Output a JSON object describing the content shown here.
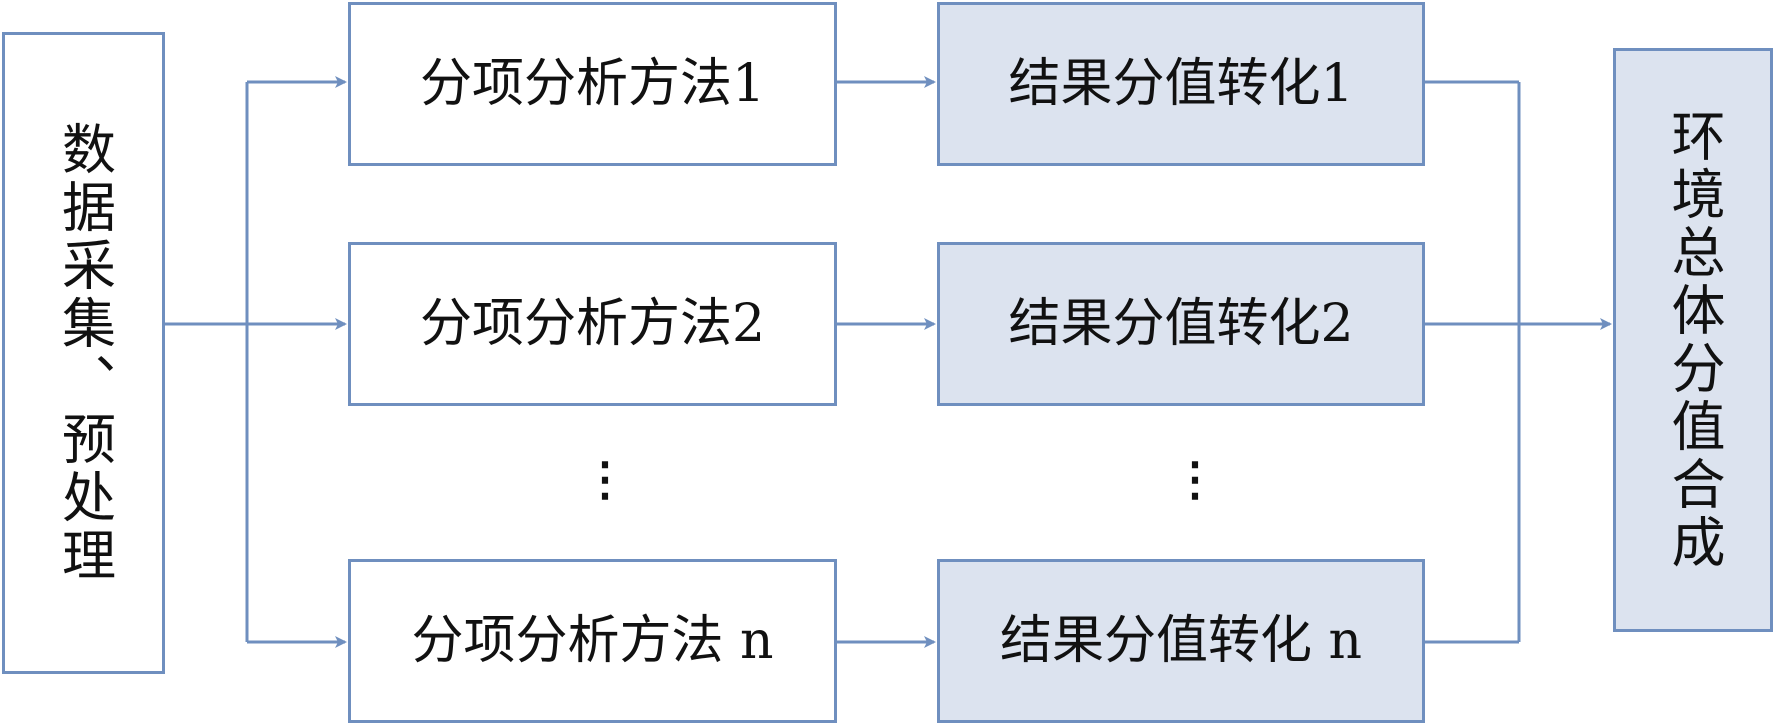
{
  "diagram": {
    "left_box": "数据采集、预处理",
    "method_boxes": [
      "分项分析方法1",
      "分项分析方法2",
      "分项分析方法 n"
    ],
    "result_boxes": [
      "结果分值转化1",
      "结果分值转化2",
      "结果分值转化 n"
    ],
    "right_box": "环境总体分值合成",
    "ellipsis": "⋮"
  },
  "colors": {
    "border": "#6f8fbf",
    "shaded_fill": "#dce3ef",
    "connector": "#6f8fbf",
    "text": "#111111"
  }
}
